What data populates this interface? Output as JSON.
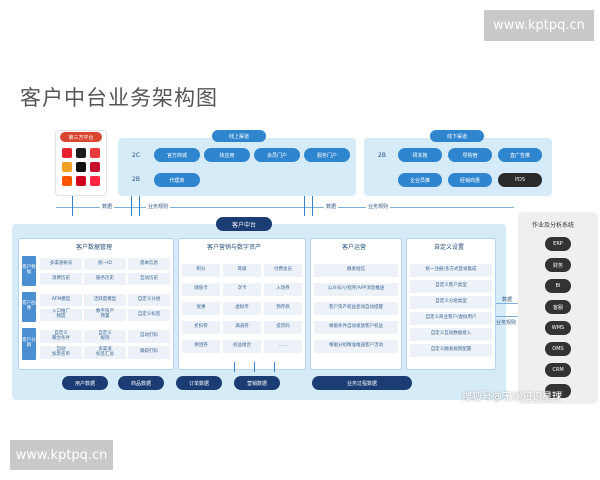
{
  "watermark_top": "www.kptpq.cn",
  "watermark_bottom": "www.kptpq.cn",
  "title": "客户中台业务架构图",
  "third_party": {
    "label": "第三方平台"
  },
  "online": {
    "title": "线上渠道",
    "row_2c": "2C",
    "row_2b": "2B",
    "items_2c": [
      "官方商城",
      "快应用",
      "会员门户",
      "服务门户"
    ],
    "items_2b": [
      "代理商"
    ]
  },
  "offline": {
    "title": "线下渠道",
    "row_2b": "2B",
    "items_row1": [
      "研本拖",
      "导购宿",
      "直广告推"
    ],
    "items_row2": [
      "企业员推",
      "经销商惠",
      "PDS"
    ]
  },
  "flow_left": {
    "data": "数据",
    "rules": "业务规则"
  },
  "flow_right": {
    "data": "数据",
    "rules": "业务规则"
  },
  "center_label": "客户中台",
  "customer_data": {
    "title": "客户数据管理",
    "groups": [
      {
        "side": "客户数据",
        "cells": [
          "多渠道帐号",
          "统一ID",
          "基本信息",
          "消费历史",
          "服务历史",
          "互动历史"
        ]
      },
      {
        "side": "客户画像",
        "cells": [
          "AFM模型",
          "活跃度模型",
          "自定义分组",
          "入口推广\n频度",
          "数字资产\n预置",
          "自定义标签"
        ]
      },
      {
        "side": "客户分群",
        "cells": [
          "自定义\n聚合条件",
          "自定义\n规则",
          "自动打标",
          "自动\n加黑名单",
          "多渠道\n标签汇总",
          "跟踪打标"
        ]
      }
    ]
  },
  "marketing": {
    "title": "客户营销与数字资产",
    "cells": [
      "积分",
      "等级",
      "付费会员",
      "储值卡",
      "次卡",
      "入场券",
      "优惠",
      "虚拟币",
      "预存款",
      "折扣券",
      "满减券",
      "提货码",
      "拼团券",
      "权益组合",
      "……"
    ]
  },
  "operation": {
    "title": "客户运营",
    "cells": [
      "群发短信",
      "公众号/小程序/APP消息推送",
      "客户资产权益变动自动提醒",
      "根据条件自动发放客户权益",
      "根据分组精准推送客户活动"
    ]
  },
  "custom": {
    "title": "自定义设置",
    "cells": [
      "统一注册/多方式登录集成",
      "自定义客户类型",
      "自定义分组类型",
      "自定义商业客户/虚拟用户",
      "自定义互动数据接入",
      "自定义触发规则配置"
    ]
  },
  "bottom_bar": {
    "items": [
      "用户数据",
      "商品数据",
      "订单数据",
      "营销数据"
    ],
    "process": "业务过程数据"
  },
  "side_flow": {
    "data": "数据",
    "rules": "业务规则"
  },
  "right_panel": {
    "title": "作业及分析系统",
    "items": [
      "ERP",
      "财务",
      "BI",
      "客服",
      "WMS",
      "OMS",
      "CRM",
      "……"
    ]
  },
  "overlay_text": "搜狐号@无忧知识星球",
  "colors": {
    "panel": "#d6ebf8",
    "pill": "#2f86cf",
    "navy": "#1c3c74",
    "cell": "#4b8fd0"
  }
}
